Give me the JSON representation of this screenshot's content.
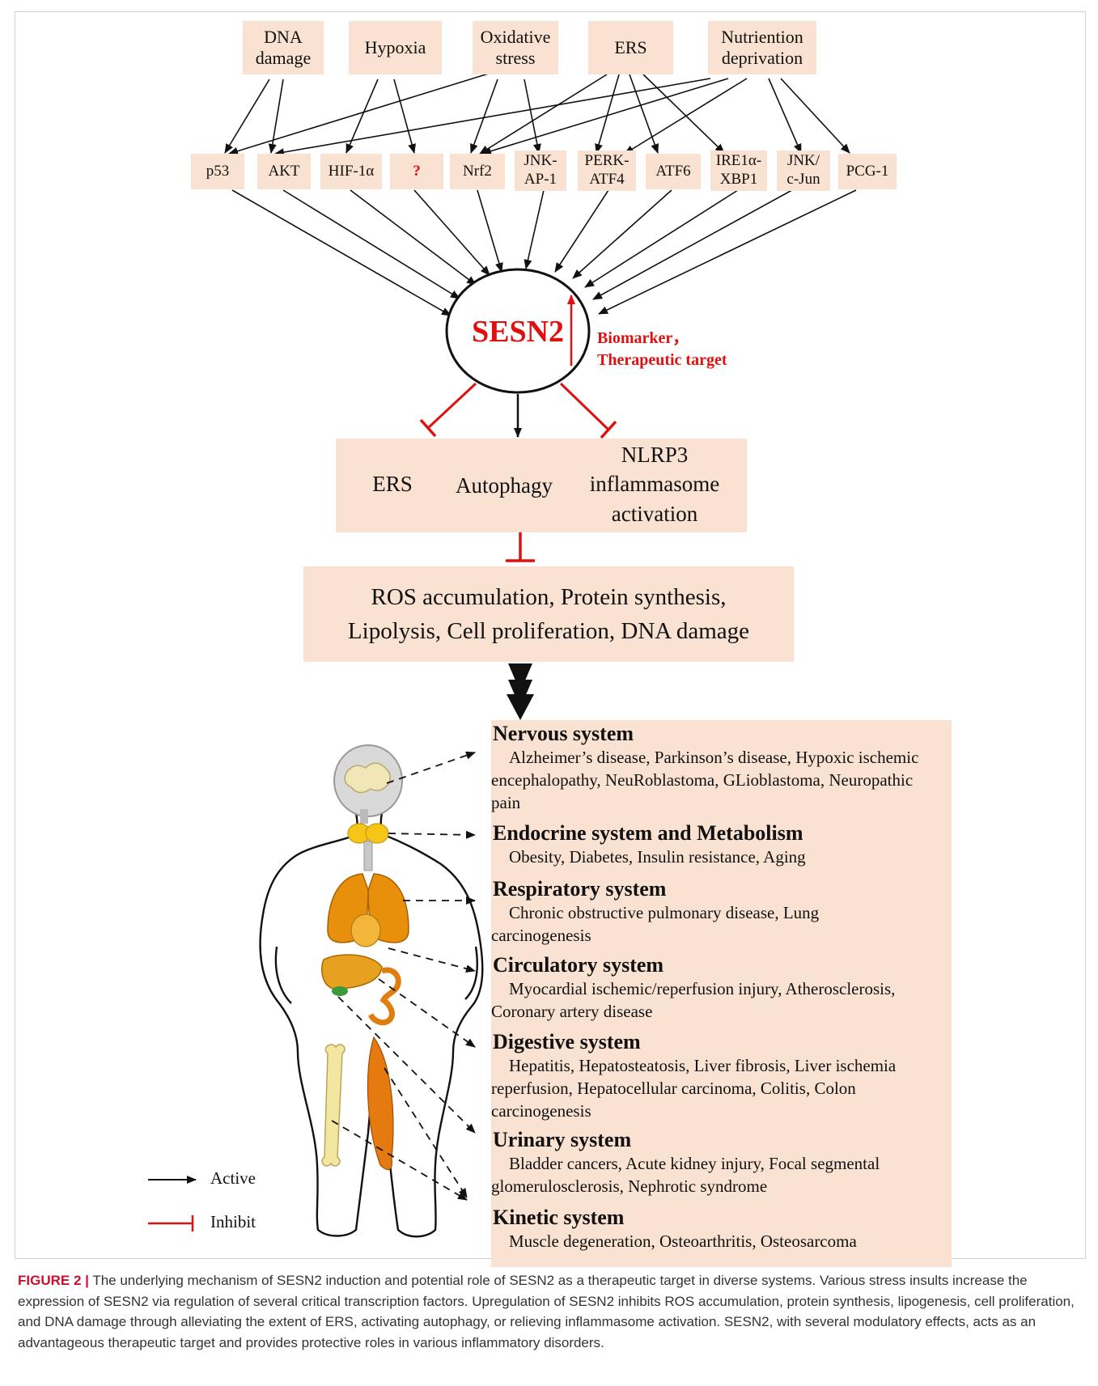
{
  "stressors": [
    {
      "label": "DNA\ndamage"
    },
    {
      "label": "Hypoxia"
    },
    {
      "label": "Oxidative\nstress"
    },
    {
      "label": "ERS"
    },
    {
      "label": "Nutriention\ndeprivation"
    }
  ],
  "factors": [
    {
      "label": "p53"
    },
    {
      "label": "AKT"
    },
    {
      "label": "HIF-1α"
    },
    {
      "label": "?"
    },
    {
      "label": "Nrf2"
    },
    {
      "label": "JNK-\nAP-1"
    },
    {
      "label": "PERK-\nATF4"
    },
    {
      "label": "ATF6"
    },
    {
      "label": "IRE1α-\nXBP1"
    },
    {
      "label": "JNK/\nc-Jun"
    },
    {
      "label": "PCG-1"
    }
  ],
  "center": {
    "label": "SESN2",
    "note": "Biomarker，\nTherapeutic target"
  },
  "mechanisms": {
    "ers": "ERS",
    "autophagy": "Autophagy",
    "nlrp3": "NLRP3\ninflammasome\nactivation"
  },
  "outcomes": "ROS accumulation, Protein synthesis,\nLipolysis, Cell proliferation, DNA damage",
  "systems": [
    {
      "title": "Nervous system",
      "desc": "Alzheimer’s disease, Parkinson’s disease, Hypoxic ischemic encephalopathy, NeuRoblastoma, GLioblastoma, Neuropathic pain"
    },
    {
      "title": "Endocrine system and Metabolism",
      "desc": "Obesity, Diabetes, Insulin resistance, Aging"
    },
    {
      "title": "Respiratory system",
      "desc": "Chronic obstructive pulmonary disease, Lung carcinogenesis"
    },
    {
      "title": "Circulatory system",
      "desc": "Myocardial ischemic/reperfusion injury, Atherosclerosis, Coronary artery disease"
    },
    {
      "title": "Digestive system",
      "desc": "Hepatitis, Hepatosteatosis, Liver fibrosis, Liver ischemia reperfusion, Hepatocellular carcinoma, Colitis, Colon carcinogenesis"
    },
    {
      "title": "Urinary system",
      "desc": "Bladder cancers, Acute kidney injury, Focal segmental glomerulosclerosis, Nephrotic syndrome"
    },
    {
      "title": "Kinetic system",
      "desc": "Muscle degeneration, Osteoarthritis, Osteosarcoma"
    }
  ],
  "legend": {
    "active": "Active",
    "inhibit": "Inhibit"
  },
  "colors": {
    "box": "#f9e2d2",
    "inhibit": "#e01010",
    "caption_label": "#c8102e"
  },
  "caption": {
    "label": "FIGURE 2 |",
    "text": "The underlying mechanism of SESN2 induction and potential role of SESN2 as a therapeutic target in diverse systems. Various stress insults increase the expression of SESN2 via regulation of several critical transcription factors. Upregulation of SESN2 inhibits ROS accumulation, protein synthesis, lipogenesis, cell proliferation, and DNA damage through alleviating the extent of ERS, activating autophagy, or relieving inflammasome activation. SESN2, with several modulatory effects, acts as an advantageous therapeutic target and provides protective roles in various inflammatory disorders."
  }
}
